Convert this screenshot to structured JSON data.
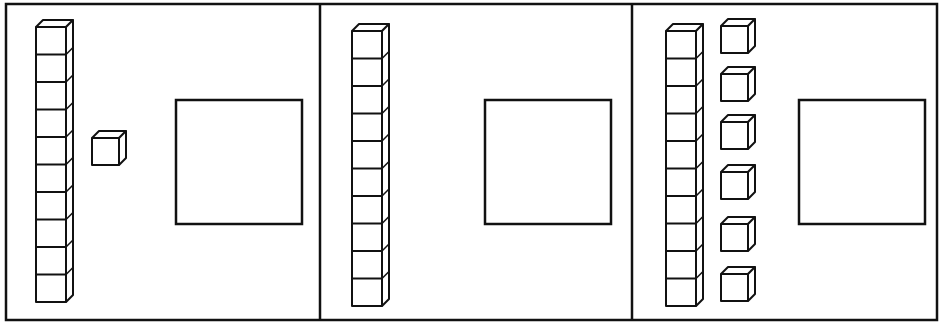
{
  "panels": [
    {
      "tens_rods": 1,
      "ones_cubes": 1,
      "answer_box": ""
    },
    {
      "tens_rods": 1,
      "ones_cubes": 0,
      "answer_box": ""
    },
    {
      "tens_rods": 1,
      "ones_cubes": 6,
      "answer_box": ""
    }
  ],
  "rod_length": 10,
  "colors": {
    "stroke": "#111111",
    "fill": "#ffffff",
    "background": "#ffffff"
  }
}
